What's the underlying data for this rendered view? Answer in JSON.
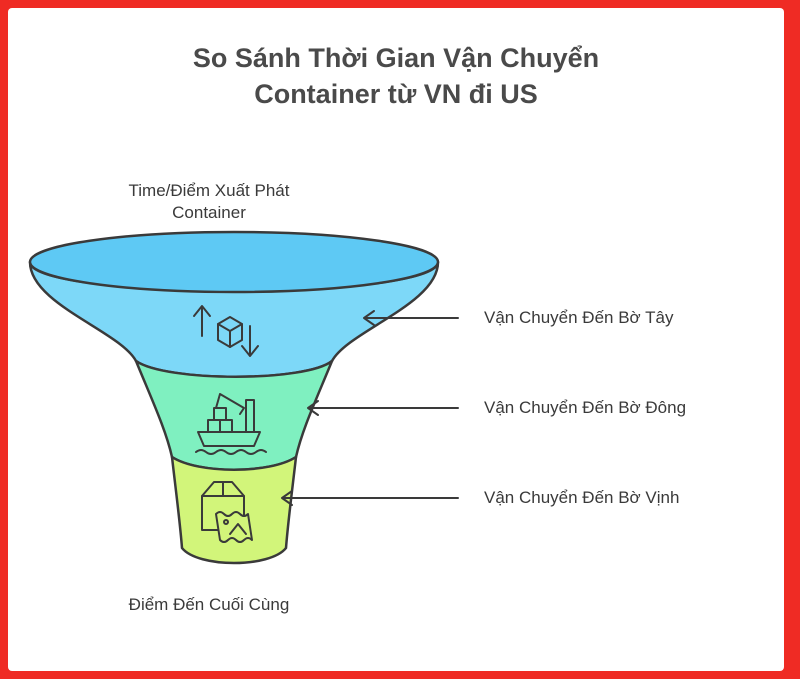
{
  "title": {
    "line1": "So Sánh Thời Gian Vận Chuyển",
    "line2": "Container từ VN đi US"
  },
  "funnel": {
    "top_label": {
      "line1": "Time/Điểm Xuất Phát",
      "line2": "Container"
    },
    "bottom_label": "Điểm Đến Cuối Cùng",
    "stages": [
      {
        "label": "Vận Chuyển Đến Bờ Tây",
        "color": "#7dd8f8",
        "rim_color": "#5ec9f4",
        "icon": "box-transfer-arrows-icon"
      },
      {
        "label": "Vận Chuyển Đến Bờ Đông",
        "color": "#7ff0c0",
        "icon": "cargo-ship-crane-icon"
      },
      {
        "label": "Vận Chuyển Đến Bờ Vịnh",
        "color": "#d2f57a",
        "icon": "package-image-icon"
      }
    ]
  },
  "colors": {
    "frame_border": "#ef2b24",
    "outline": "#3a3a3a",
    "text": "#3a3a3a"
  }
}
